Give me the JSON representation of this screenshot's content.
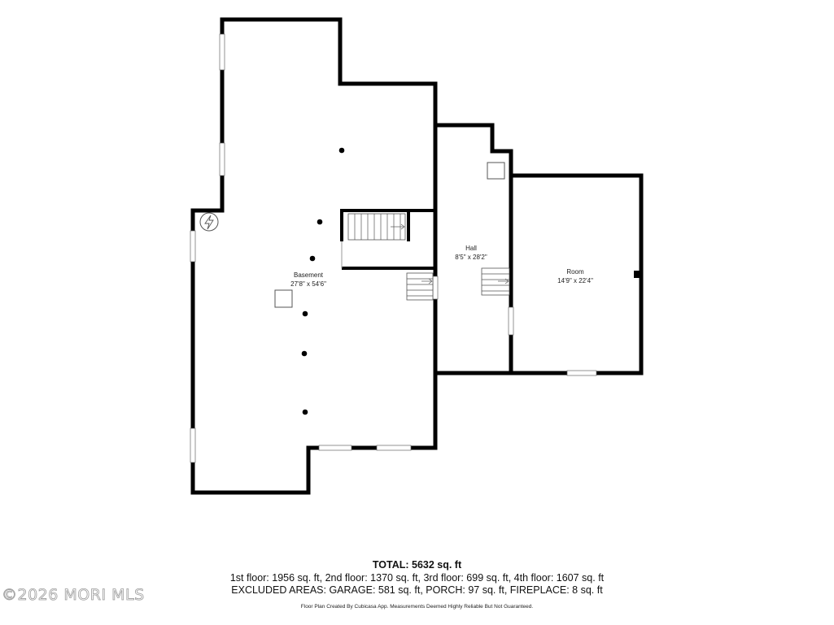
{
  "rooms": {
    "basement": {
      "name": "Basement",
      "dims": "27'8\" x 54'6\""
    },
    "hall": {
      "name": "Hall",
      "dims": "8'5\" x 28'2\""
    },
    "room": {
      "name": "Room",
      "dims": "14'9\" x 22'4\""
    }
  },
  "summary": {
    "total": "TOTAL: 5632 sq. ft",
    "floors": "1st floor: 1956 sq. ft, 2nd floor: 1370 sq. ft, 3rd floor: 699 sq. ft, 4th floor: 1607 sq. ft",
    "excluded": "EXCLUDED AREAS: GARAGE: 581 sq. ft, PORCH: 97 sq. ft, FIREPLACE: 8 sq. ft",
    "disclaimer": "Floor Plan Created By Cubicasa App. Measurements Deemed Highly Reliable But Not Guaranteed."
  },
  "watermark": "©2026 MORI MLS",
  "colors": {
    "wall": "#000000",
    "background": "#ffffff",
    "window": "#ffffff"
  },
  "icons": {
    "electrical_panel": "lightning-bolt-icon",
    "column": "dot-icon",
    "stairs": "stairs-icon"
  }
}
